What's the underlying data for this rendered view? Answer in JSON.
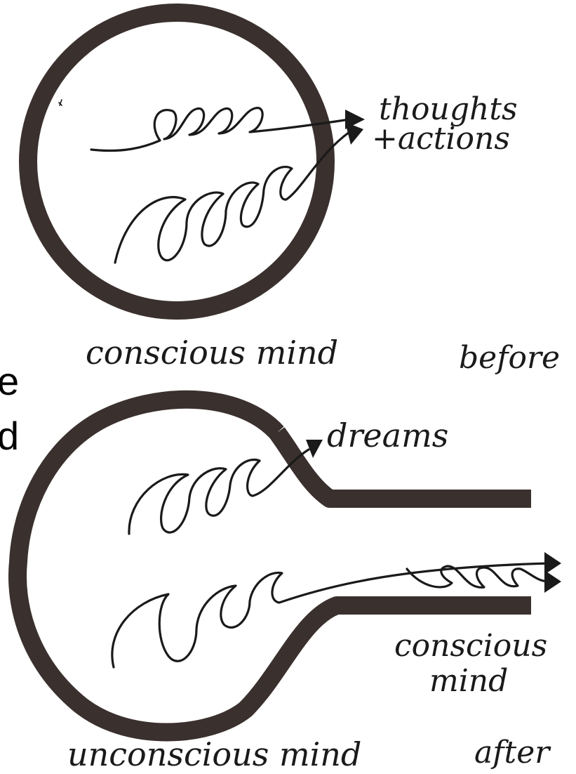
{
  "colors": {
    "ink": "#1a1a1a",
    "wall": "#3a302d",
    "background": "#ffffff"
  },
  "top_diagram": {
    "output_label_line1": "thoughts",
    "output_label_line2": "+actions",
    "caption": "conscious mind",
    "stage_label": "before"
  },
  "bottom_diagram": {
    "dreams_label": "dreams",
    "channel_label_line1": "conscious",
    "channel_label_line2": "mind",
    "caption": "unconscious mind",
    "stage_label": "after"
  },
  "clipped_slide_text": {
    "line1": "e",
    "line2": "d"
  }
}
